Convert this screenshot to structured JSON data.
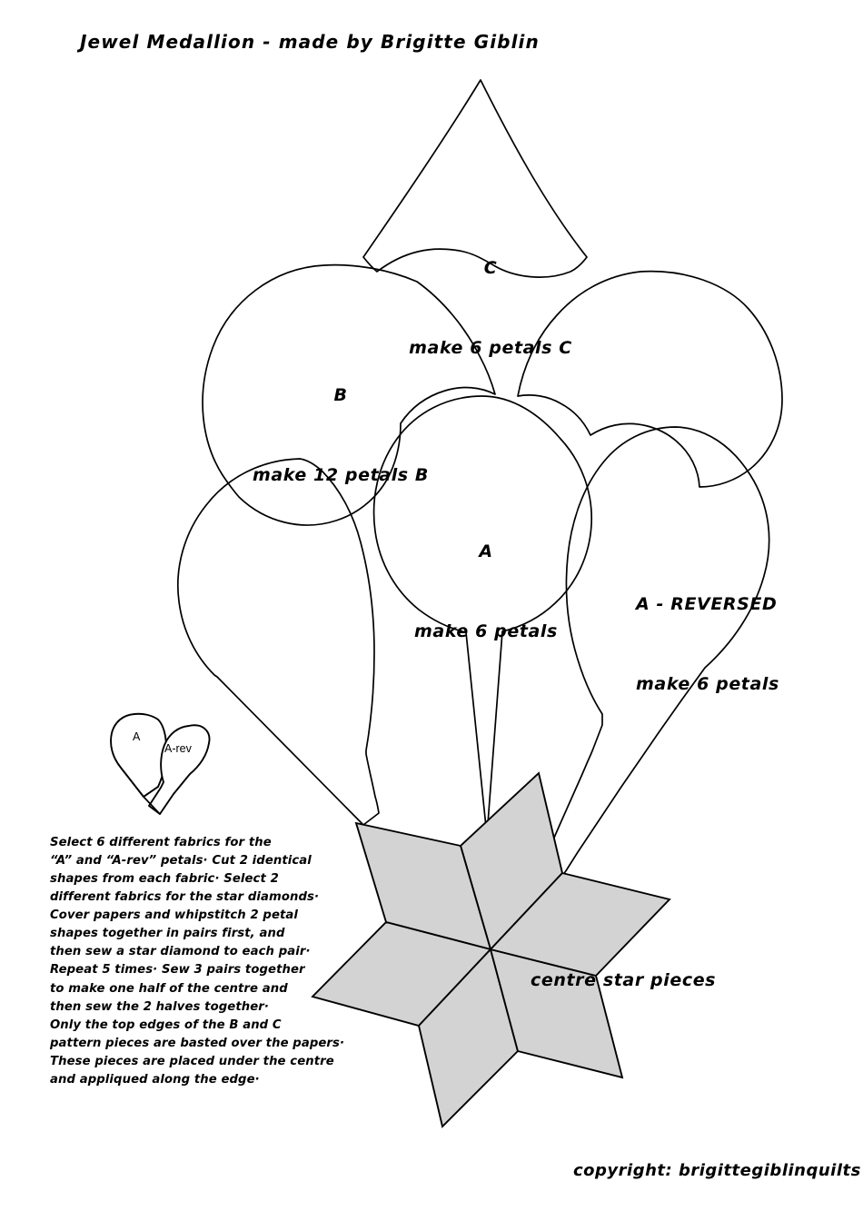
{
  "document": {
    "title": "Jewel Medallion - made by Brigitte Giblin",
    "copyright": "copyright: brigittegiblinquilts",
    "background_color": "#ffffff",
    "ink_color": "#000000",
    "star_fill_color": "#d3d3d3"
  },
  "petals": {
    "c": {
      "letter": "C",
      "instruction": "make 6 petals C"
    },
    "b": {
      "letter": "B",
      "instruction": "make 12 petals B"
    },
    "a": {
      "letter": "A",
      "instruction": "make 6 petals"
    },
    "a_reversed": {
      "letter": "A - REVERSED",
      "instruction": "make 6 petals"
    }
  },
  "inset": {
    "a_label": "A",
    "a_rev_label": "A-rev"
  },
  "star": {
    "caption": "centre star pieces"
  },
  "instructions": {
    "lines": [
      "Select 6 different fabrics for the",
      "“A” and “A-rev” petals· Cut 2 identical",
      "shapes from each fabric· Select 2",
      "different fabrics for the star diamonds·",
      "Cover papers and whipstitch 2 petal",
      "shapes together in pairs first, and",
      "then sew a star diamond to each pair·",
      "Repeat 5 times· Sew 3 pairs together",
      "to make one half of the centre and",
      "then sew the 2 halves together·",
      "Only the top edges of the B and C",
      "pattern pieces are basted over the papers·",
      "These pieces are placed under the centre",
      "and appliqued along the edge·"
    ],
    "text": "Select 6 different fabrics for the\n“A” and “A-rev” petals· Cut 2 identical\nshapes from each fabric· Select 2\ndifferent fabrics for the star diamonds·\nCover papers and whipstitch 2 petal\nshapes together in pairs first, and\nthen sew a star diamond to each pair·\nRepeat 5 times· Sew 3 pairs together\nto make one half of the centre and\nthen sew the 2 halves together·\nOnly the top edges of the B and C\npattern pieces are basted over the papers·\nThese pieces are placed under the centre\nand appliqued along the edge·"
  }
}
